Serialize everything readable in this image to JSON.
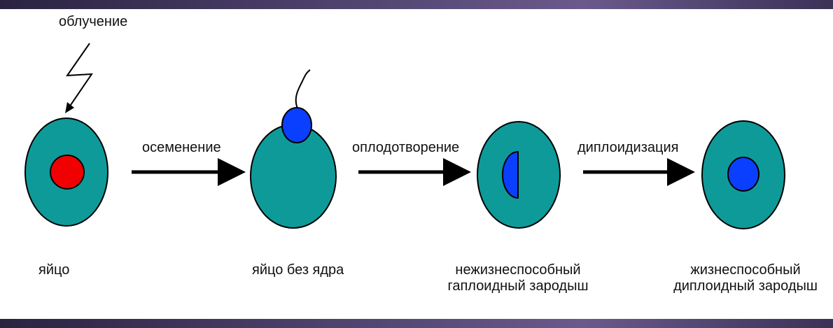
{
  "labels": {
    "irradiation": "облучение",
    "insemination": "осеменение",
    "fertilization": "оплодотворение",
    "diploidization": "диплоидизация"
  },
  "captions": {
    "egg": "яйцо",
    "egg_no_nucleus": "яйцо без ядра",
    "haploid_line1": "нежизнеспособный",
    "haploid_line2": "гаплоидный зародыш",
    "diploid_line1": "жизнеспособный",
    "diploid_line2": "диплоидный зародыш"
  },
  "colors": {
    "cell": "#0f9a9a",
    "maternal_nucleus": "#f00000",
    "paternal_nucleus": "#0b3fff",
    "outline": "#000000"
  }
}
